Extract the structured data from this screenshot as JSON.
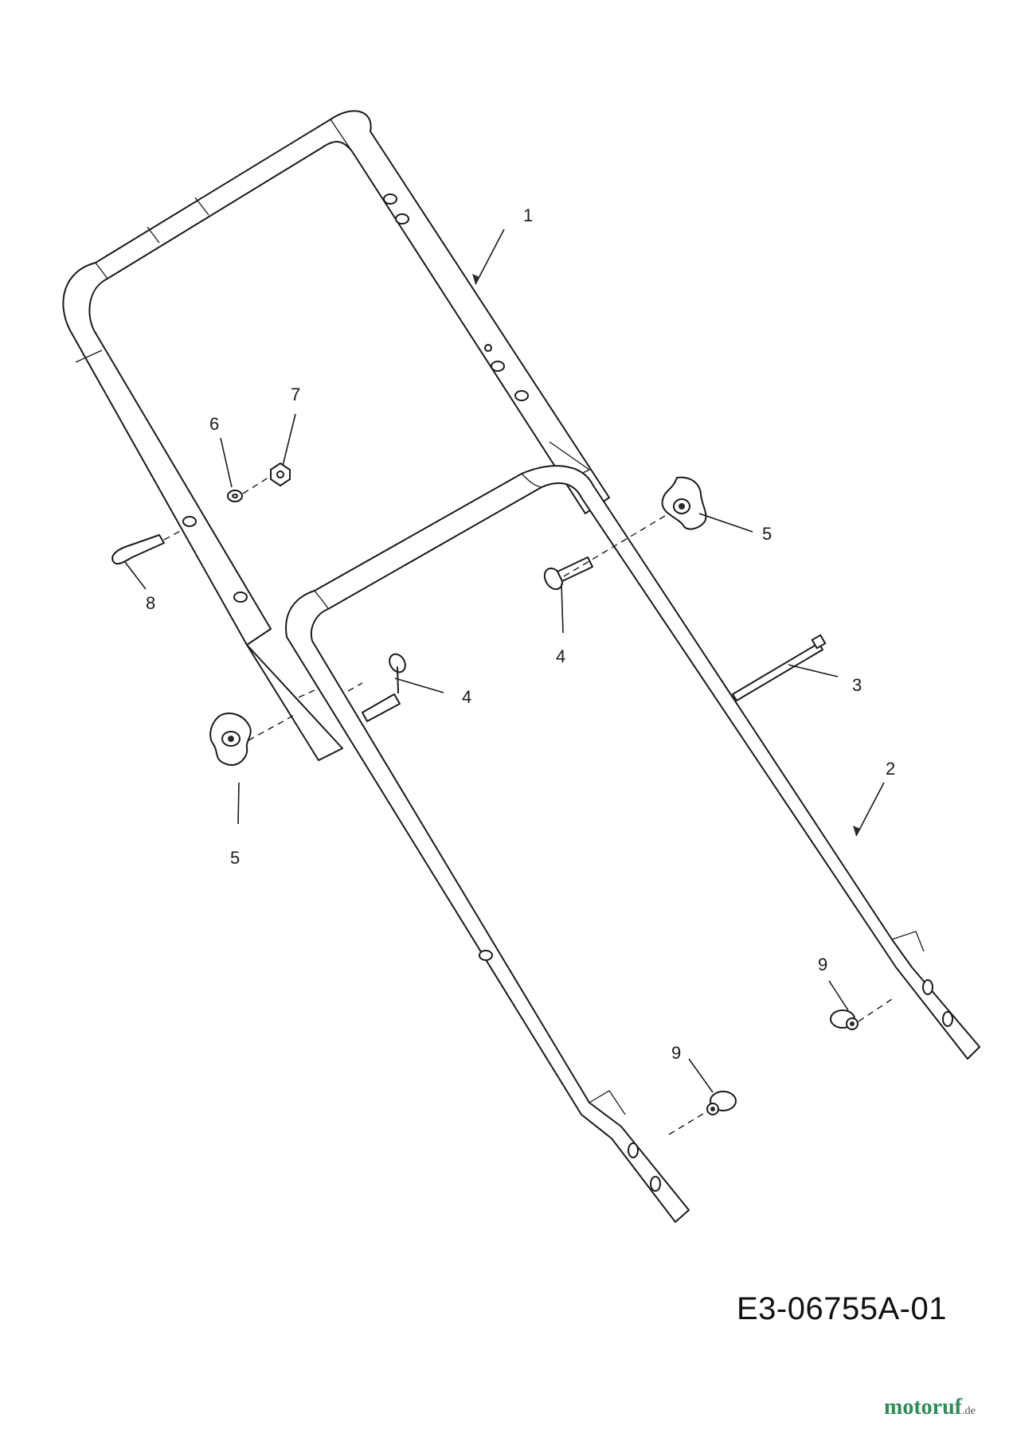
{
  "diagram": {
    "drawing_code": "E3-06755A-01",
    "watermark": {
      "brand": "motoruf",
      "suffix": ".de"
    },
    "callouts": {
      "c1": "1",
      "c2": "2",
      "c3": "3",
      "c4a": "4",
      "c4b": "4",
      "c5a": "5",
      "c5b": "5",
      "c6": "6",
      "c7": "7",
      "c8": "8",
      "c9a": "9",
      "c9b": "9"
    }
  }
}
